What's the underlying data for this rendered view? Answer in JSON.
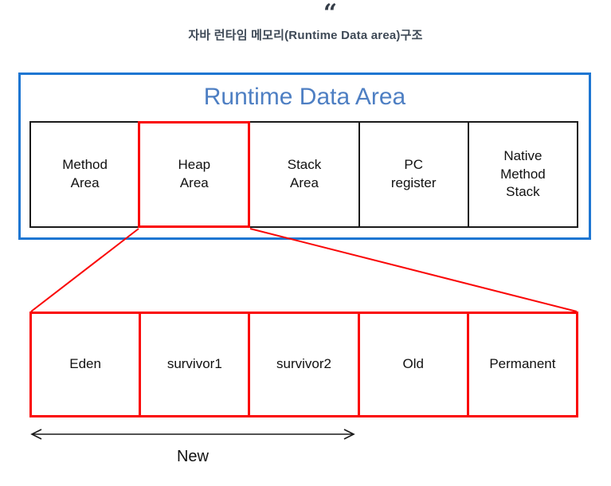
{
  "page": {
    "quote_mark": "“",
    "caption": "자바 런타임 메모리(Runtime Data area)구조"
  },
  "runtime_area": {
    "title": "Runtime Data Area",
    "boxes": [
      {
        "label": "Method\nArea",
        "highlight": false
      },
      {
        "label": "Heap\nArea",
        "highlight": true
      },
      {
        "label": "Stack\nArea",
        "highlight": false
      },
      {
        "label": "PC\nregister",
        "highlight": false
      },
      {
        "label": "Native\nMethod\nStack",
        "highlight": false
      }
    ]
  },
  "heap_detail": {
    "boxes": [
      {
        "label": "Eden"
      },
      {
        "label": "survivor1"
      },
      {
        "label": "survivor2"
      },
      {
        "label": "Old"
      },
      {
        "label": "Permanent"
      }
    ],
    "arrow_label": "New"
  },
  "colors": {
    "container_border_blue": "#1e76d2",
    "title_blue": "#4e7fc3",
    "highlight_red": "#fa0606",
    "cell_border_black": "#1a1a1a",
    "caption_gray": "#3e4956"
  }
}
